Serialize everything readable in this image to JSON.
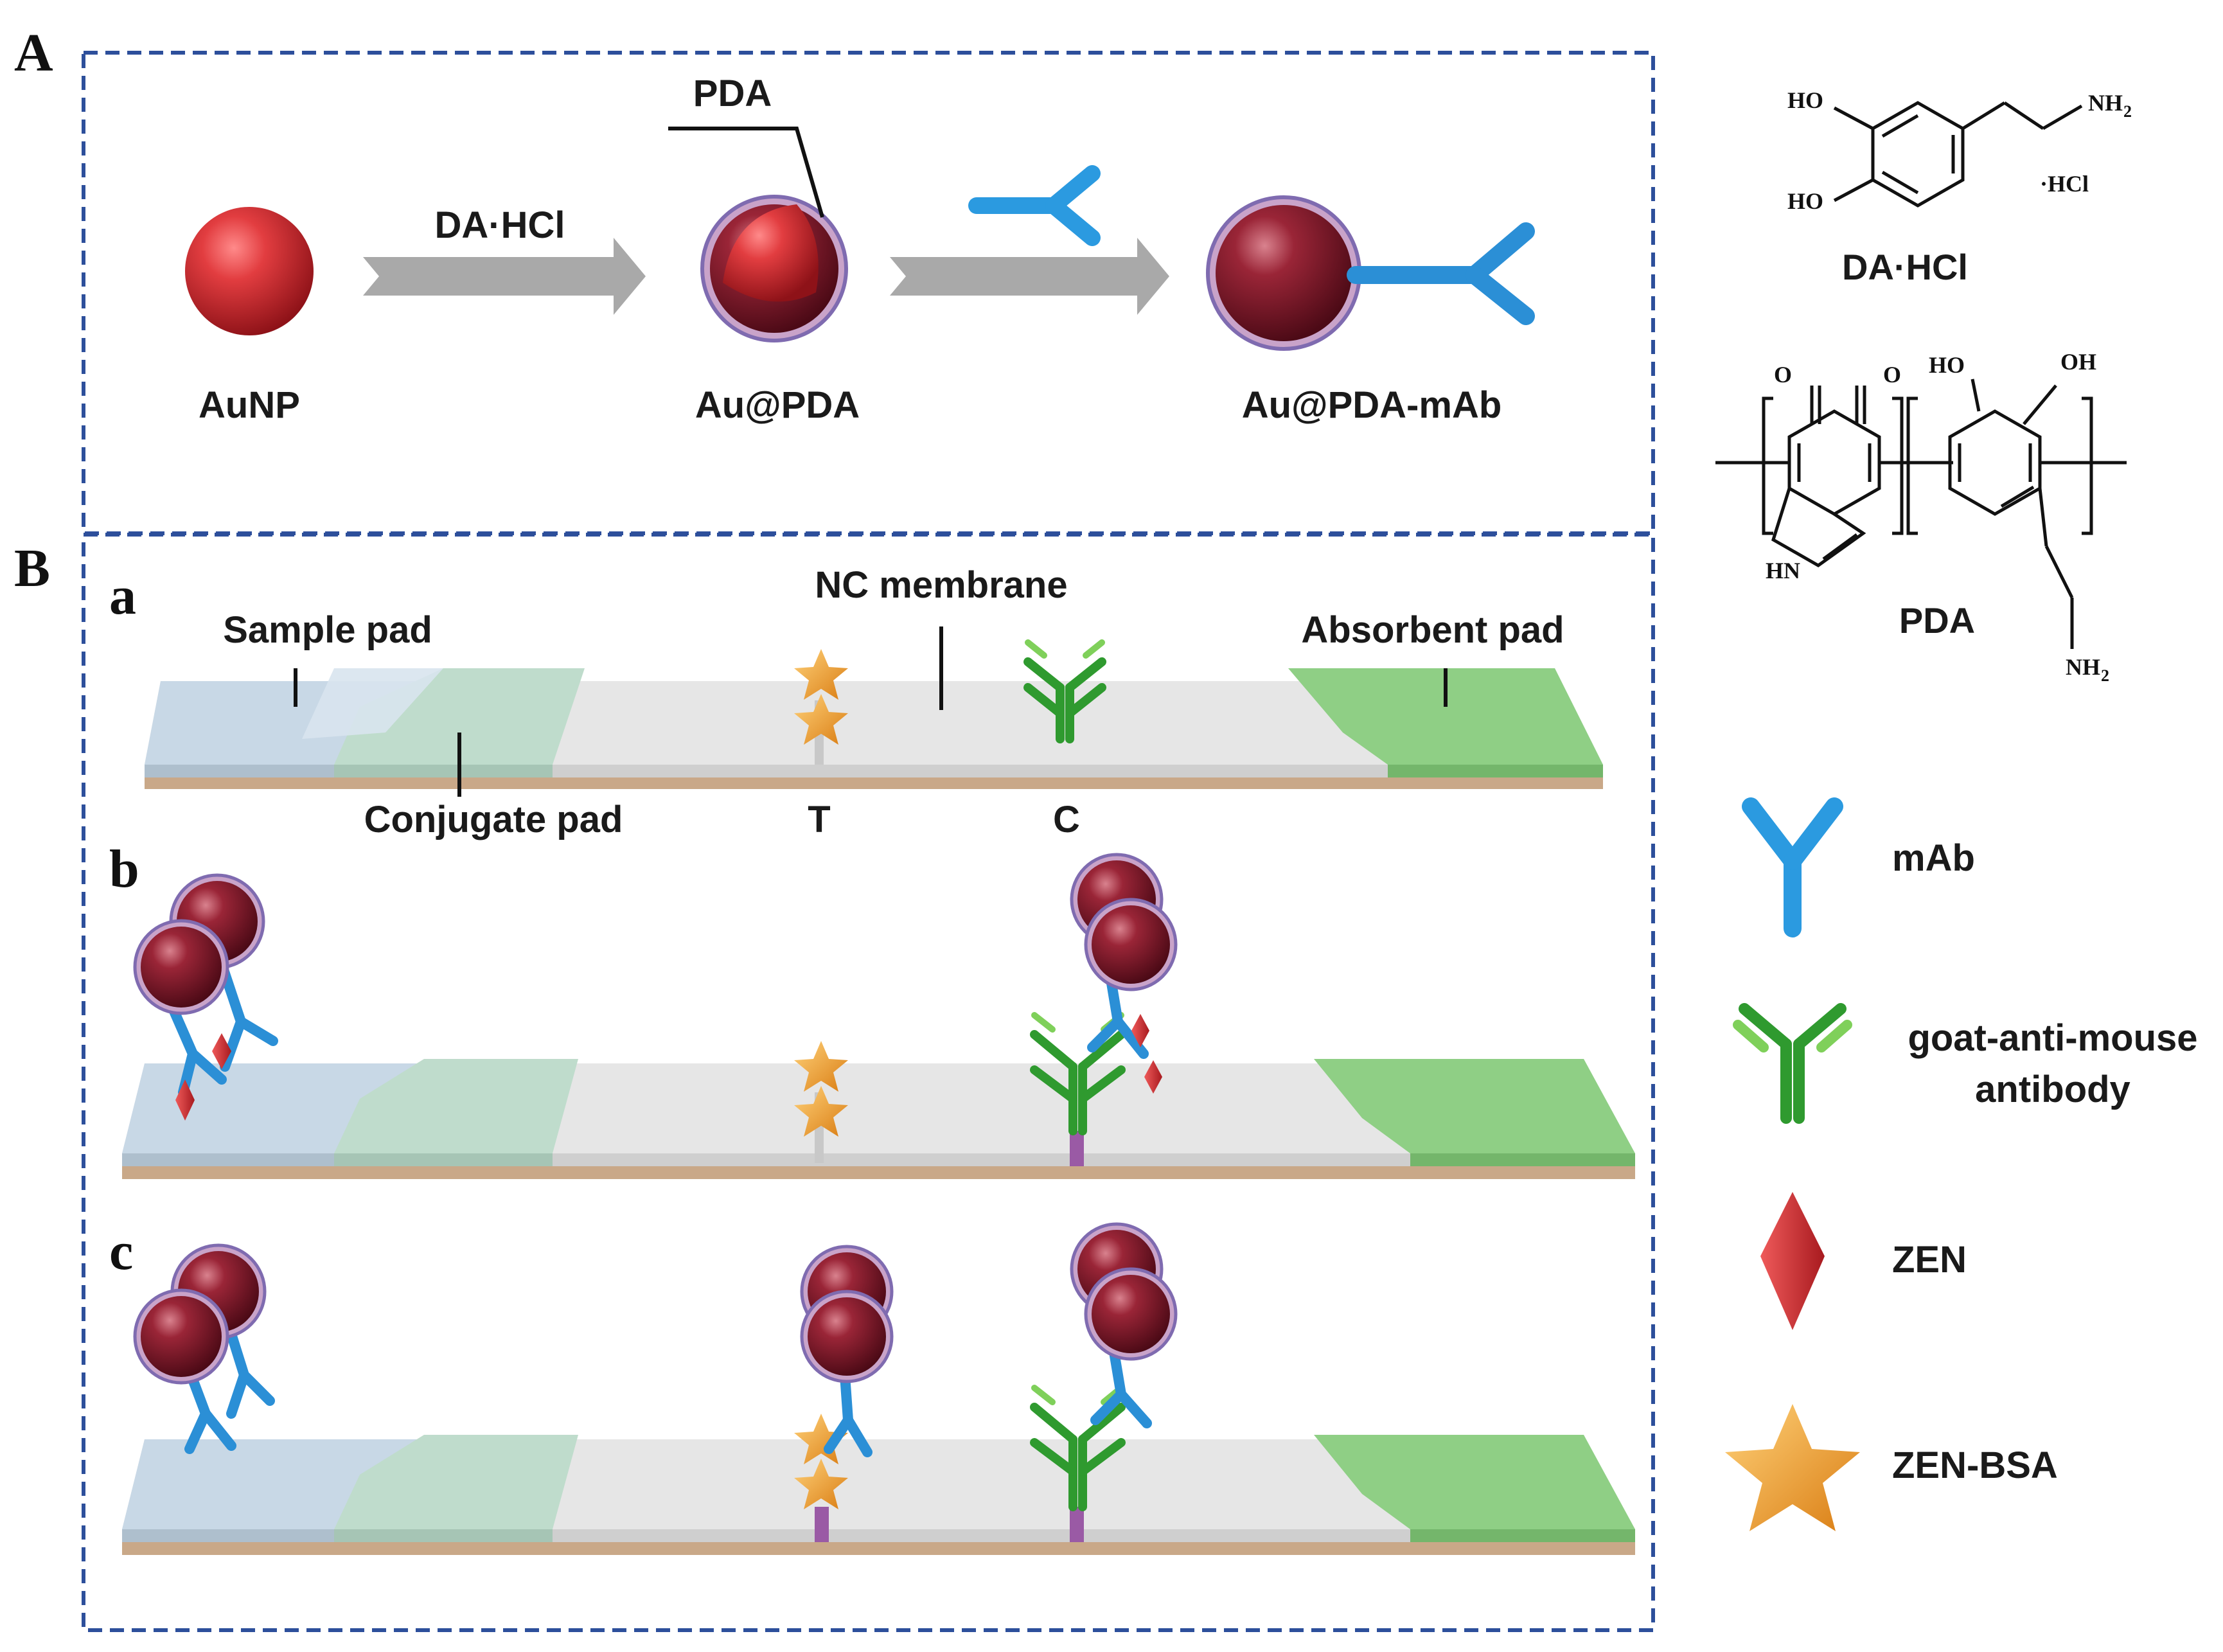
{
  "panels": {
    "a_letter": "A",
    "b_letter": "B"
  },
  "synthesis": {
    "aunp": "AuNP",
    "reagent": "DA·HCl",
    "shell_label": "PDA",
    "au_pda": "Au@PDA",
    "au_pda_mab": "Au@PDA-mAb"
  },
  "strip": {
    "sub_a": "a",
    "sub_b": "b",
    "sub_c": "c",
    "sample_pad": "Sample pad",
    "nc_membrane": "NC membrane",
    "absorbent_pad": "Absorbent pad",
    "conjugate_pad": "Conjugate pad",
    "t_line": "T",
    "c_line": "C"
  },
  "chemistry": {
    "da_hcl_name": "DA·HCl",
    "da_ho_top": "HO",
    "da_ho_bottom": "HO",
    "da_nh2": "NH",
    "da_nh2_sub": "2",
    "da_hcl_salt": "·HCl",
    "pda_name": "PDA",
    "pda_o_left": "O",
    "pda_o_right": "O",
    "pda_ho": "HO",
    "pda_oh": "OH",
    "pda_hn": "HN",
    "pda_nh2": "NH",
    "pda_nh2_sub": "2"
  },
  "legend": {
    "mab": "mAb",
    "goat_line1": "goat-anti-mouse",
    "goat_line2": "antibody",
    "zen": "ZEN",
    "zen_bsa": "ZEN-BSA"
  },
  "colors": {
    "frame": "#2d4f9b",
    "aunp_red": "#d8343a",
    "particle_maroon": "#8a1d2c",
    "mab_blue": "#2b9ae0",
    "goat_green": "#3aa23a",
    "zen_red": "#d8343a",
    "star_orange": "#f0a640",
    "sample_pad": "#c8d8e6",
    "conjugate_pad": "#bfdccc",
    "absorbent_pad": "#8fcf85",
    "membrane": "#e6e6e6",
    "backing": "#c9a888"
  }
}
